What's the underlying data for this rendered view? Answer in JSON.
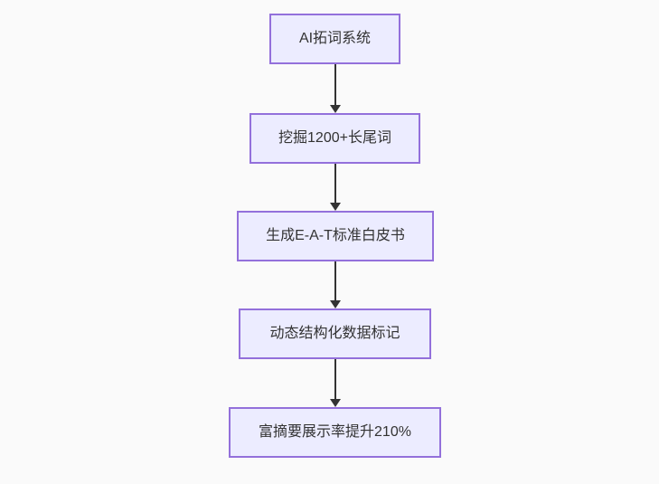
{
  "diagram": {
    "type": "flowchart",
    "direction": "top-down",
    "nodes": [
      {
        "id": "1",
        "label": "AI拓词系统"
      },
      {
        "id": "2",
        "label": "挖掘1200+长尾词"
      },
      {
        "id": "3",
        "label": "生成E-A-T标准白皮书"
      },
      {
        "id": "4",
        "label": "动态结构化数据标记"
      },
      {
        "id": "5",
        "label": "富摘要展示率提升210%"
      }
    ],
    "edges": [
      {
        "from": "1",
        "to": "2"
      },
      {
        "from": "2",
        "to": "3"
      },
      {
        "from": "3",
        "to": "4"
      },
      {
        "from": "4",
        "to": "5"
      }
    ],
    "colors": {
      "background": "#FAFAFA",
      "node_fill": "#ECECFF",
      "node_border": "#9370DB",
      "arrow": "#333333",
      "text": "#333333"
    }
  }
}
